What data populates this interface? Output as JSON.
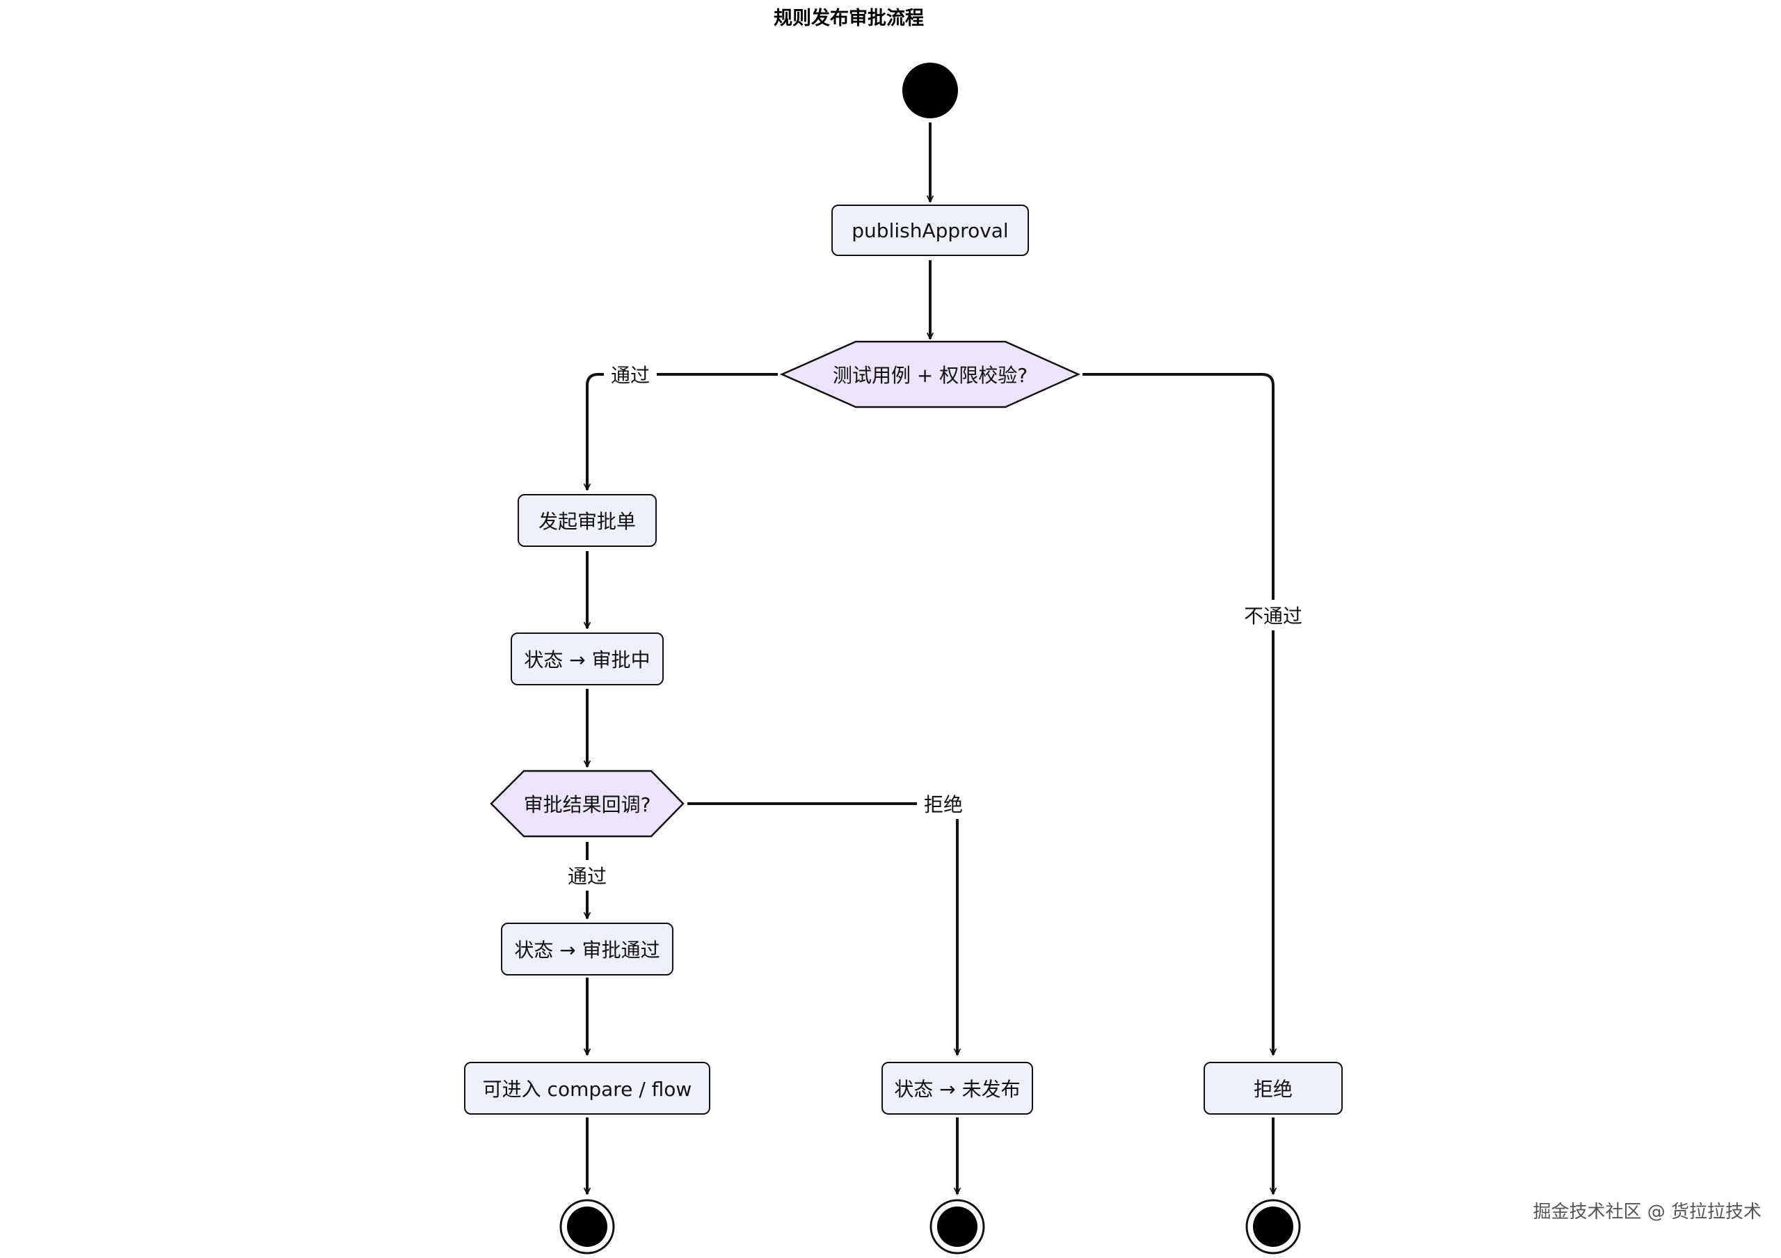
{
  "title": "规则发布审批流程",
  "nodes": {
    "publish_approval": "publishApproval",
    "check_decision": "测试用例 + 权限校验?",
    "start_approval": "发起审批单",
    "status_approving": "状态 → 审批中",
    "callback_decision": "审批结果回调?",
    "status_approved": "状态 → 审批通过",
    "enter_compare_flow": "可进入 compare / flow",
    "status_unpublished": "状态 → 未发布",
    "reject": "拒绝"
  },
  "edges": {
    "check_pass": "通过",
    "check_fail": "不通过",
    "callback_reject": "拒绝",
    "callback_pass": "通过"
  },
  "watermark": "掘金技术社区 @ 货拉拉技术",
  "colors": {
    "action_fill": "#eef1fb",
    "decision_fill": "#ece4fb",
    "stroke": "#111111"
  }
}
